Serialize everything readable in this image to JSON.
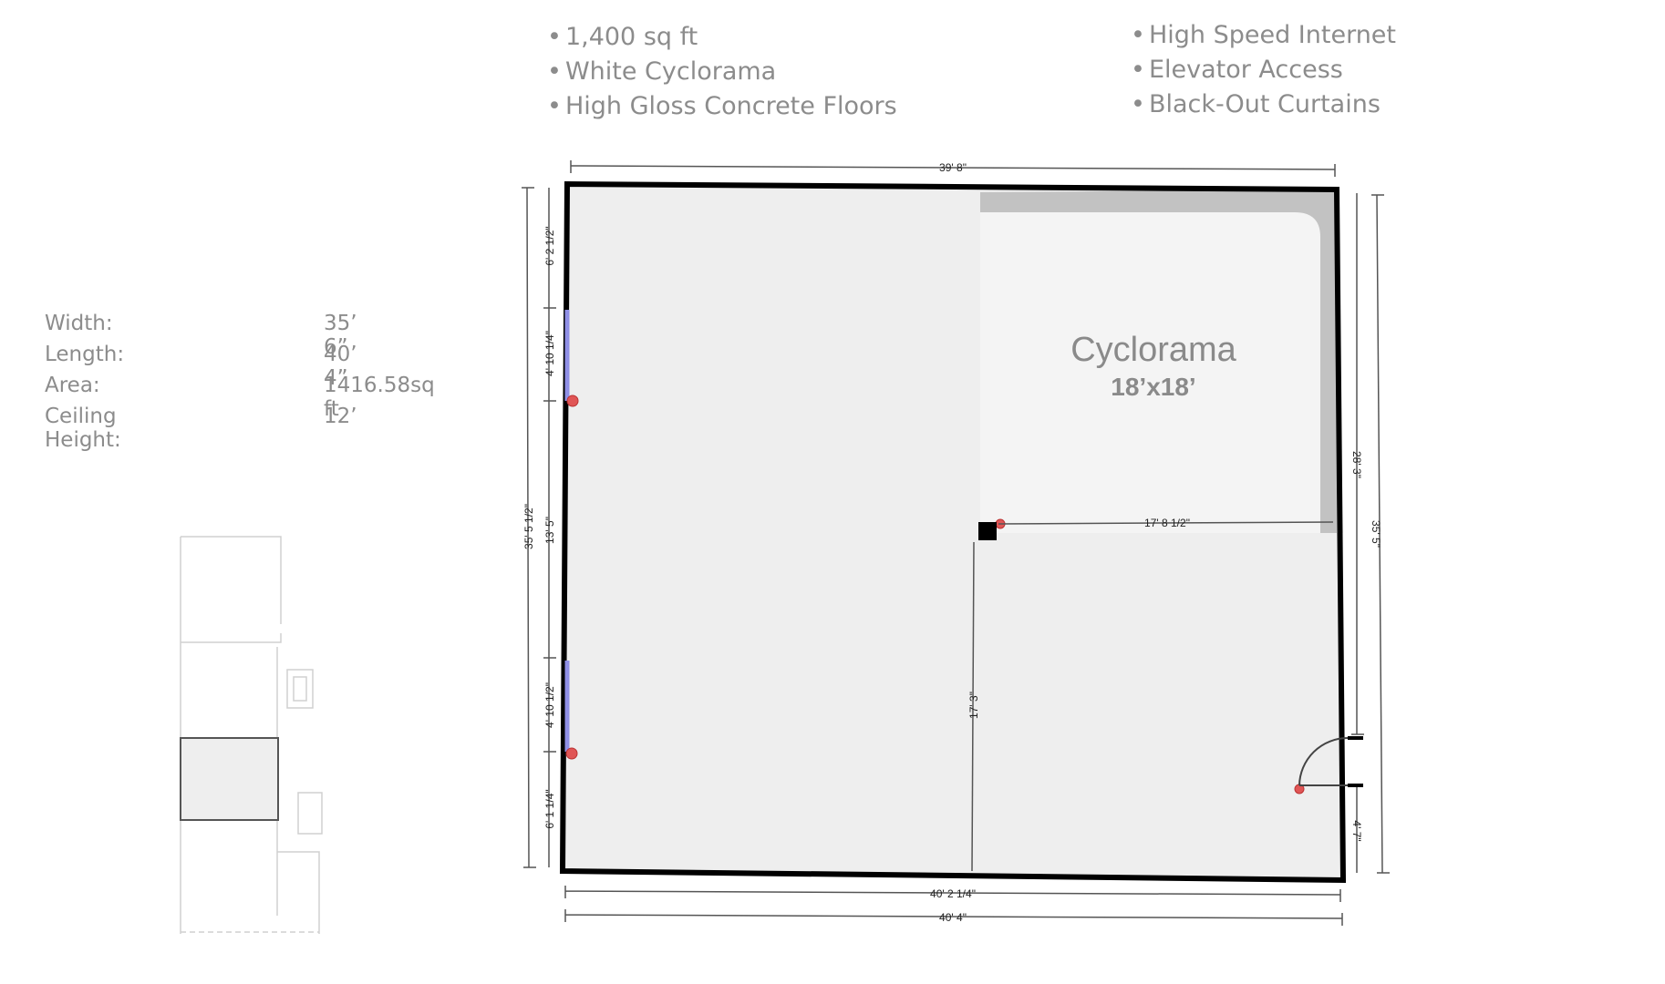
{
  "features_left": [
    "1,400 sq ft",
    "White Cyclorama",
    "High Gloss Concrete Floors"
  ],
  "features_right": [
    "High Speed Internet",
    "Elevator Access",
    "Black-Out Curtains"
  ],
  "specs": [
    {
      "label": "Width:",
      "value": "35’ 6”"
    },
    {
      "label": "Length:",
      "value": "40’ 4”"
    },
    {
      "label": "Area:",
      "value": "1416.58sq ft"
    },
    {
      "label": "Ceiling Height:",
      "value": "12’"
    }
  ],
  "cyclorama": {
    "title": "Cyclorama",
    "size": "18’x18’"
  },
  "dimensions": {
    "top_width": "39' 8\"",
    "bottom_inner": "40' 2 1/4\"",
    "bottom_outer": "40' 4\"",
    "left_total": "35' 5 1/2\"",
    "left_seg1": "6' 2 1/2\"",
    "left_window1": "4' 10 1/4\"",
    "left_seg2": "13' 5\"",
    "left_window2": "4' 10 1/2\"",
    "left_seg3": "6' 1 1/4\"",
    "cyc_width": "17' 8 1/2\"",
    "column_height": "17' 3\"",
    "right_upper": "28' 3\"",
    "right_total": "35' 5\"",
    "right_door": "4' 7\""
  },
  "colors": {
    "wall": "#000000",
    "floor": "#eeeeee",
    "cyc_fill": "#f4f4f4",
    "cyc_edge": "#c2c2c2",
    "window": "#8f8fe6",
    "marker": "#e05555"
  }
}
